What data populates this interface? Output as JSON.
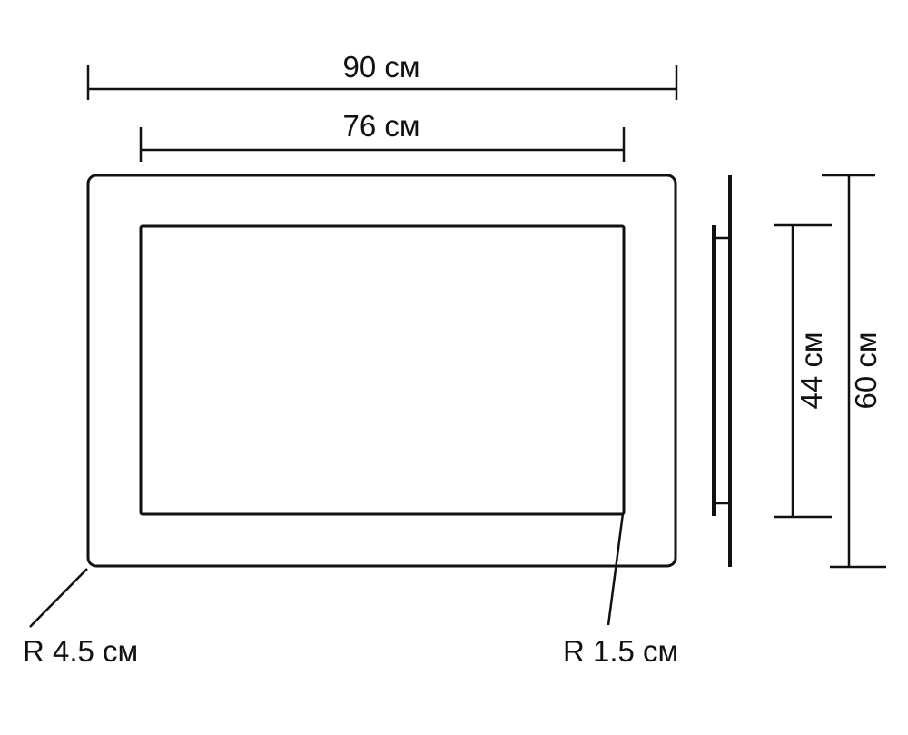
{
  "dimensions": {
    "outer_width": "90 см",
    "inner_width": "76 см",
    "inner_height": "44 см",
    "outer_height": "60 см",
    "outer_radius": "R 4.5 см",
    "inner_radius": "R 1.5 см"
  }
}
